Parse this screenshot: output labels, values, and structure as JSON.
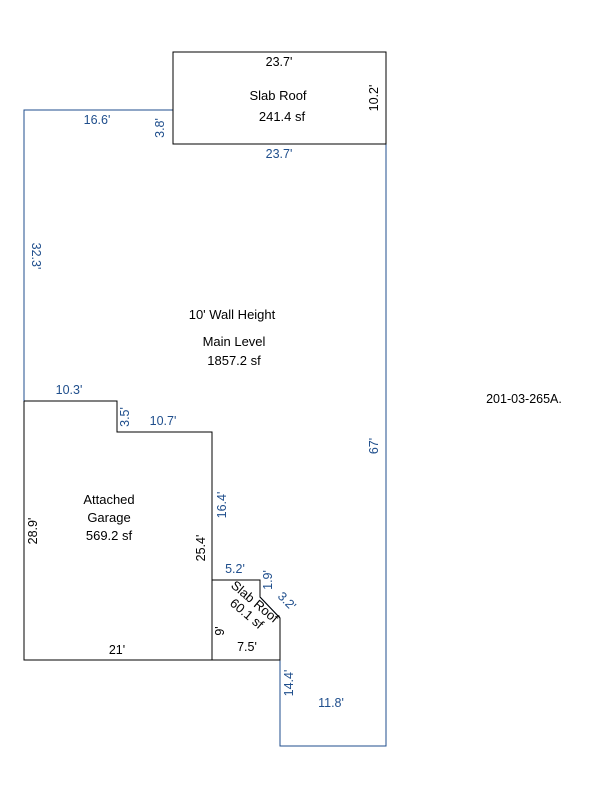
{
  "sketch_id": "201-03-265A.",
  "colors": {
    "main_outline": "#1f4e8c",
    "sub_outline": "#000000",
    "main_dims": "#1f4e8c",
    "sub_dims": "#000000"
  },
  "areas": {
    "slab_roof_top": {
      "name": "Slab Roof",
      "size": "241.4 sf"
    },
    "main_level": {
      "note": "10' Wall Height",
      "name": "Main Level",
      "size": "1857.2 sf"
    },
    "garage": {
      "name_line1": "Attached",
      "name_line2": "Garage",
      "size": "569.2 sf"
    },
    "slab_roof_small": {
      "name": "Slab Roof",
      "size": "60.1 sf"
    }
  },
  "dims": {
    "slab_top": "23.7'",
    "slab_right": "10.2'",
    "slab_bottom": "23.7'",
    "main_top_left": "16.6'",
    "main_slab_left": "3.8'",
    "main_left": "32.3'",
    "main_right": "67'",
    "main_step_top": "10.3'",
    "main_step_drop": "3.5'",
    "main_step_run": "10.7'",
    "main_garage_right": "16.4'",
    "main_small_top": "5.2'",
    "main_small_drop": "1.9'",
    "main_diag": "3.2'",
    "main_lower_drop": "14.4'",
    "main_bottom": "11.8'",
    "garage_left": "28.9'",
    "garage_right": "25.4'",
    "garage_bottom": "21'",
    "small_left": "9'",
    "small_bottom": "7.5'"
  }
}
